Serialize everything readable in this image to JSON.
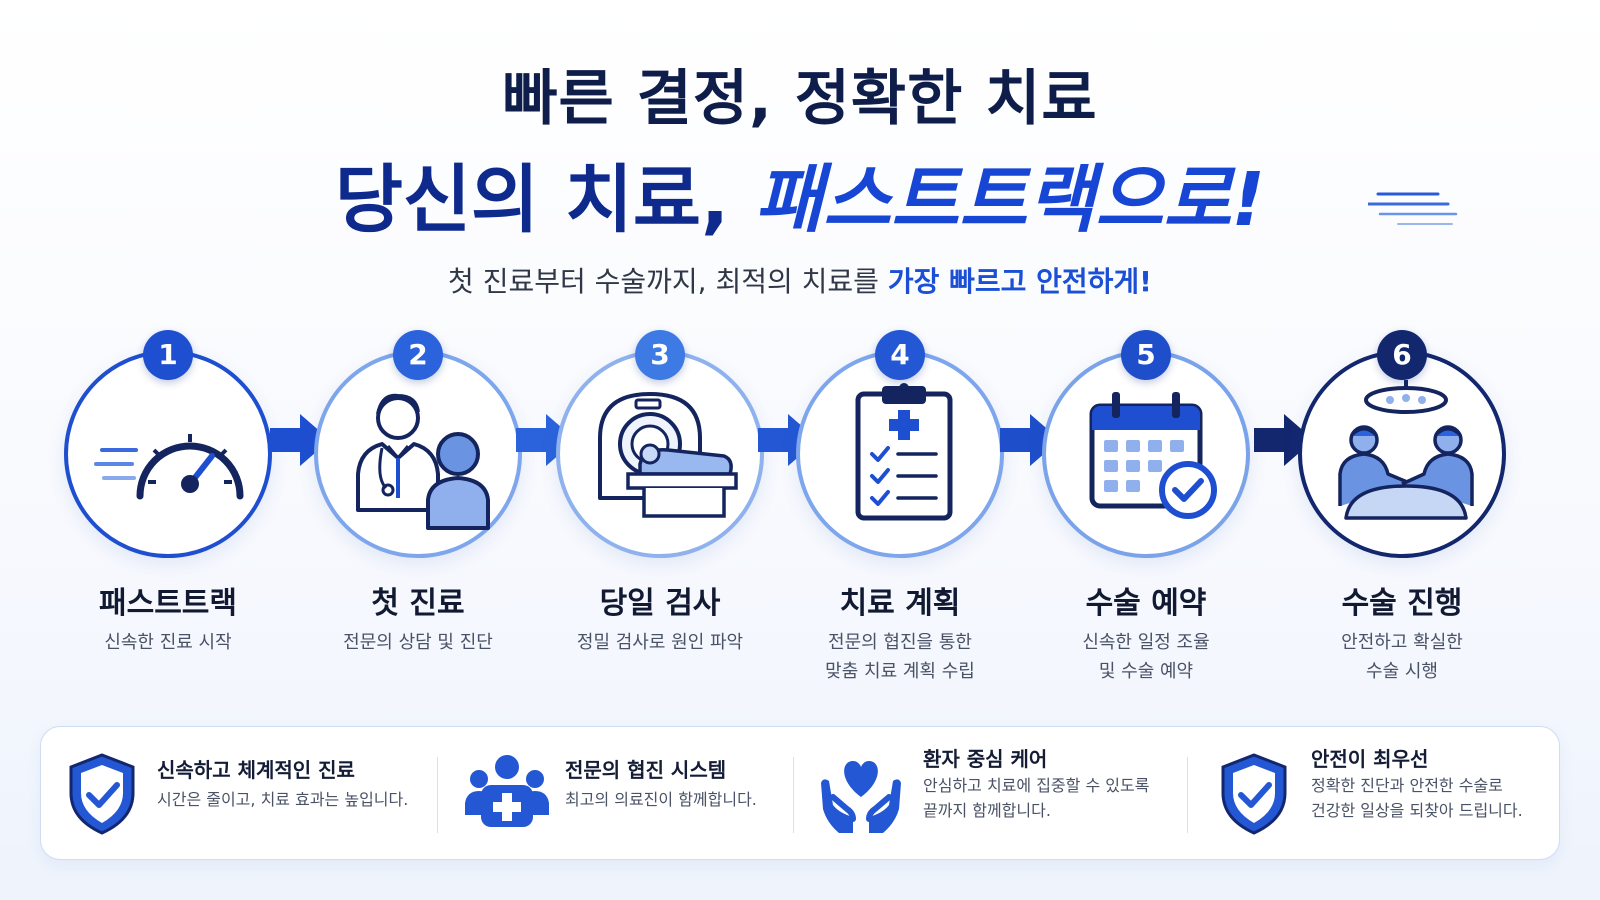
{
  "headline": {
    "line1": "빠른 결정, 정확한 치료",
    "line2_part1": "당신의 치료, ",
    "line2_part2": "패스트트랙으로!"
  },
  "subtitle": {
    "normal": "첫 진료부터 수술까지, 최적의 치료를 ",
    "highlight": "가장 빠르고 안전하게!"
  },
  "colors": {
    "navy": "#0f1d4a",
    "accent": "#1746d4",
    "step1": "#1e4fd0",
    "step2": "#2b63dc",
    "step3": "#3d7ae3",
    "step4": "#2457d4",
    "step5": "#1f4ecb",
    "step6": "#13276f"
  },
  "steps": [
    {
      "number": "1",
      "label": "패스트트랙",
      "desc_line1": "신속한 진료 시작",
      "desc_line2": "",
      "icon": "speedometer-icon"
    },
    {
      "number": "2",
      "label": "첫 진료",
      "desc_line1": "전문의 상담 및 진단",
      "desc_line2": "",
      "icon": "doctor-consult-icon"
    },
    {
      "number": "3",
      "label": "당일 검사",
      "desc_line1": "정밀 검사로 원인 파악",
      "desc_line2": "",
      "icon": "mri-scanner-icon"
    },
    {
      "number": "4",
      "label": "치료 계획",
      "desc_line1": "전문의 협진을 통한",
      "desc_line2": "맞춤 치료 계획 수립",
      "icon": "clipboard-checklist-icon"
    },
    {
      "number": "5",
      "label": "수술 예약",
      "desc_line1": "신속한 일정 조율",
      "desc_line2": "및 수술 예약",
      "icon": "calendar-check-icon"
    },
    {
      "number": "6",
      "label": "수술 진행",
      "desc_line1": "안전하고 확실한",
      "desc_line2": "수술 시행",
      "icon": "surgery-team-icon"
    }
  ],
  "features": [
    {
      "title": "신속하고 체계적인 진료",
      "desc_line1": "시간은 줄이고, 치료 효과는 높입니다.",
      "desc_line2": "",
      "icon": "shield-check-icon"
    },
    {
      "title": "전문의 협진 시스템",
      "desc_line1": "최고의 의료진이 함께합니다.",
      "desc_line2": "",
      "icon": "medical-team-icon"
    },
    {
      "title": "환자 중심 케어",
      "desc_line1": "안심하고 치료에 집중할 수 있도록",
      "desc_line2": "끝까지 함께합니다.",
      "icon": "heart-hands-icon"
    },
    {
      "title": "안전이 최우선",
      "desc_line1": "정확한 진단과 안전한 수술로",
      "desc_line2": "건강한 일상을 되찾아 드립니다.",
      "icon": "safety-shield-icon"
    }
  ]
}
